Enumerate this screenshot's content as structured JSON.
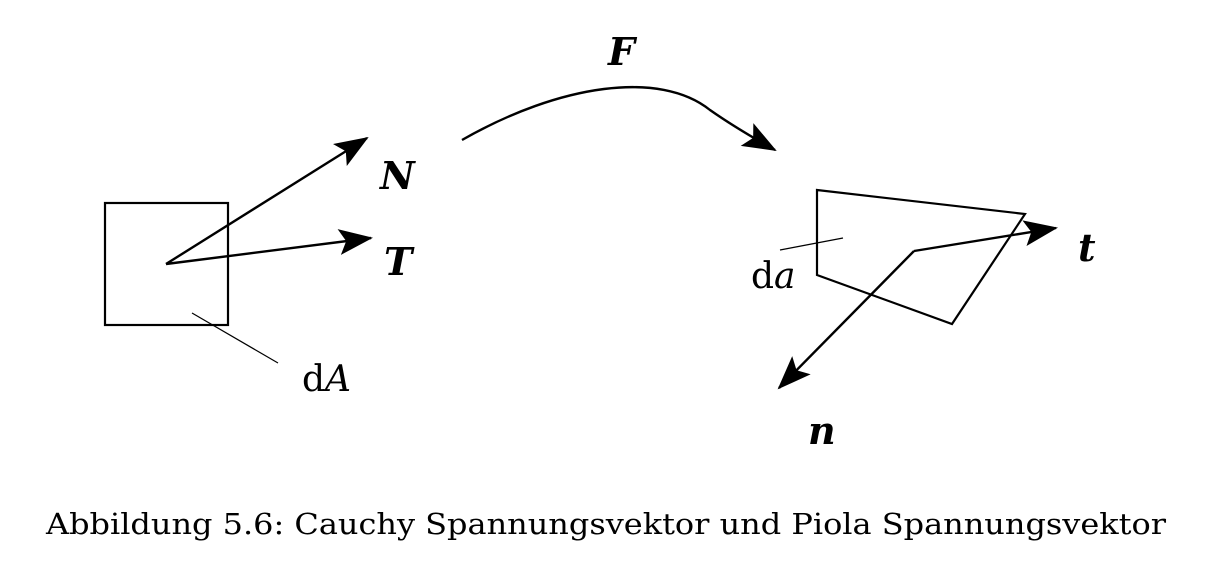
{
  "figure": {
    "labels": {
      "map": "F",
      "normal_ref": "N",
      "traction_ref": "T",
      "area_ref_prefix": "d",
      "area_ref_var": "A",
      "area_cur_prefix": "d",
      "area_cur_var": "a",
      "traction_cur": "t",
      "normal_cur": "n"
    },
    "caption": "Abbildung 5.6: Cauchy Spannungsvektor und Piola Spannungsvektor"
  }
}
